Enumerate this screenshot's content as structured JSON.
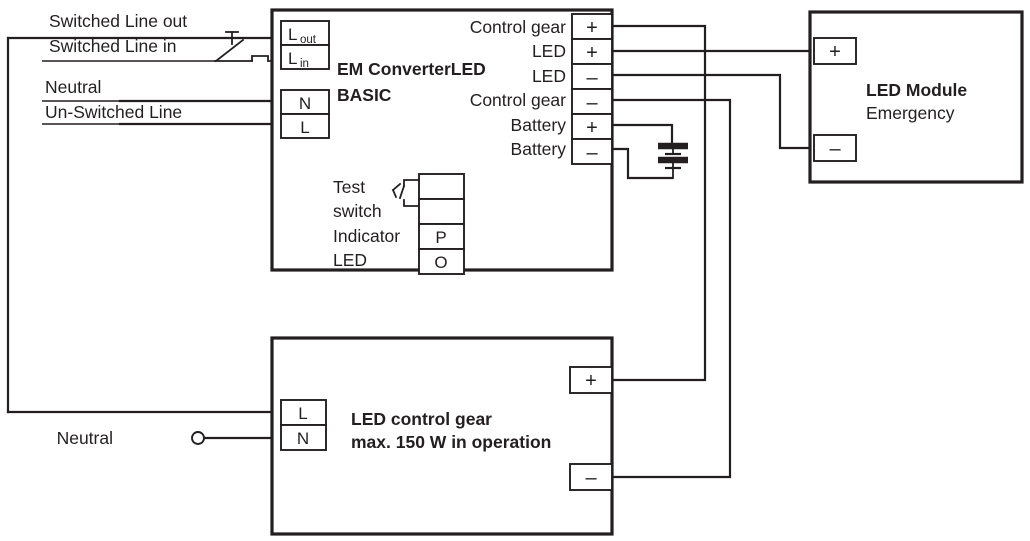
{
  "diagram": {
    "title": "EM ConverterLED BASIC emergency lighting wiring diagram",
    "line_color": "#231f20",
    "background": "#ffffff"
  },
  "supply_labels": {
    "switched_line_out": "Switched Line out",
    "switched_line_in": "Switched Line in",
    "neutral": "Neutral",
    "un_switched_line": "Un-Switched Line",
    "neutral_bottom": "Neutral"
  },
  "converter": {
    "name_line1": "EM ConverterLED",
    "name_line2": "BASIC",
    "input_terminals": [
      {
        "label": "L",
        "subscript": "out"
      },
      {
        "label": "L",
        "subscript": "in"
      },
      {
        "label": "N",
        "subscript": ""
      },
      {
        "label": "L",
        "subscript": ""
      }
    ],
    "output_terminals": [
      {
        "label": "Control gear",
        "sign": "+"
      },
      {
        "label": "LED",
        "sign": "+"
      },
      {
        "label": "LED",
        "sign": "–"
      },
      {
        "label": "Control gear",
        "sign": "–"
      },
      {
        "label": "Battery",
        "sign": "+"
      },
      {
        "label": "Battery",
        "sign": "–"
      }
    ],
    "test_switch_label_line1": "Test",
    "test_switch_label_line2": "switch",
    "indicator_label_line1": "Indicator",
    "indicator_label_line2": "LED",
    "test_switch_terminals": [
      "",
      ""
    ],
    "indicator_terminals": [
      "P",
      "O"
    ]
  },
  "led_module": {
    "name": "LED Module",
    "subtitle": "Emergency",
    "terminals": [
      {
        "sign": "+"
      },
      {
        "sign": "–"
      }
    ]
  },
  "led_control_gear": {
    "name_line1": "LED control gear",
    "name_line2": "max. 150 W in operation",
    "input_terminals": [
      {
        "label": "L"
      },
      {
        "label": "N"
      }
    ],
    "output_terminals": [
      {
        "sign": "+"
      },
      {
        "sign": "–"
      }
    ]
  },
  "symbols": {
    "switch": "switch-symbol",
    "battery": "battery-symbol",
    "neutral_terminal": "open-terminal-circle"
  }
}
